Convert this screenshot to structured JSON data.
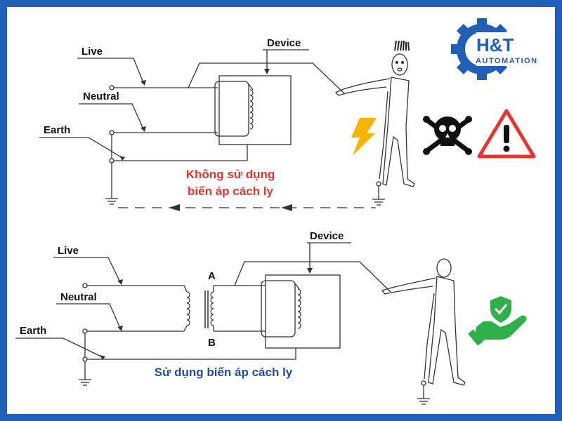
{
  "logo": {
    "brand": "H&T",
    "tagline": "AUTOMATION",
    "color": "#1f5fb8"
  },
  "top_diagram": {
    "labels": {
      "live": "Live",
      "neutral": "Neutral",
      "earth": "Earth",
      "device": "Device"
    },
    "caption_line1": "Không sử dụng",
    "caption_line2": "biến áp cách ly",
    "caption_color": "#e8332c",
    "icons": [
      "lightning-icon",
      "skull-crossbones-icon",
      "warning-triangle-icon"
    ]
  },
  "bottom_diagram": {
    "labels": {
      "live": "Live",
      "neutral": "Neutral",
      "earth": "Earth",
      "device": "Device",
      "terminal_a": "A",
      "terminal_b": "B"
    },
    "caption": "Sử dụng biến áp cách ly",
    "caption_color": "#1f4fa0",
    "icons": [
      "safe-hand-shield-icon"
    ]
  },
  "colors": {
    "border": "#1f5fb8",
    "safe": "#2fb04a",
    "danger": "#e8332c",
    "bolt": "#f4b400"
  }
}
